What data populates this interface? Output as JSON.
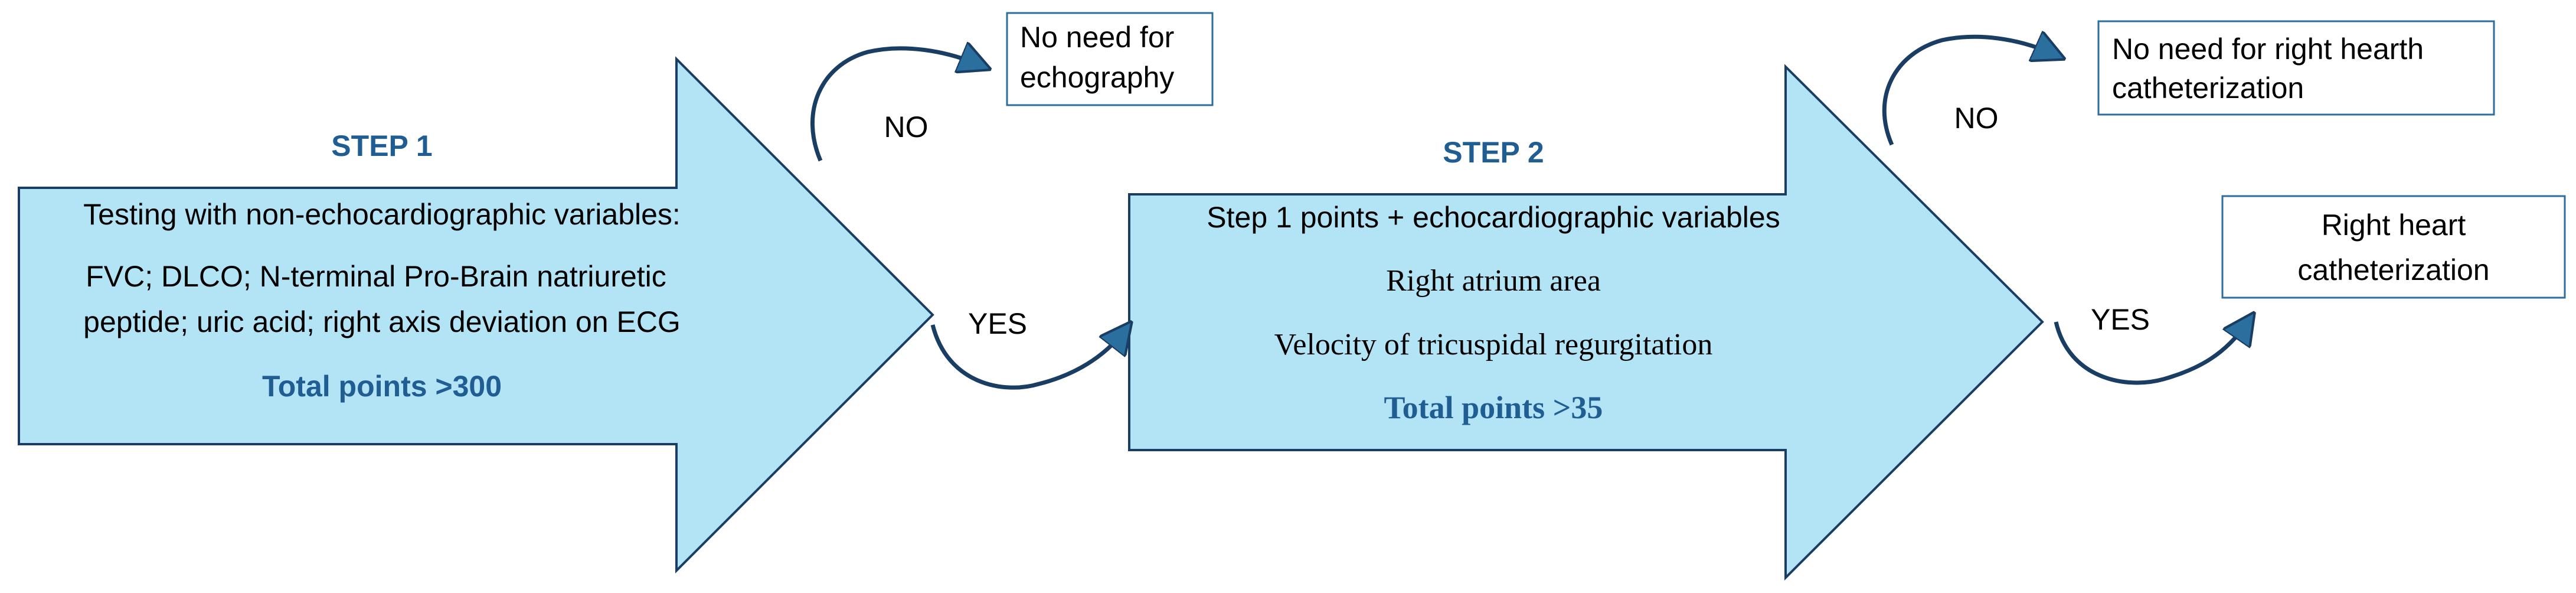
{
  "step1": {
    "title": "STEP 1",
    "line1": "Testing with non-echocardiographic variables:",
    "line2a": "FVC; DLCO; N-terminal Pro-Brain natriuretic",
    "line2b": "peptide; uric acid; right axis deviation on ECG",
    "total": "Total points >300"
  },
  "step2": {
    "title": "STEP 2",
    "line1": "Step 1 points + echocardiographic variables",
    "line2": "Right atrium area",
    "line3": "Velocity of tricuspidal regurgitation",
    "total": "Total points >35"
  },
  "branch1": {
    "no_label": "NO",
    "yes_label": "YES",
    "no_box_line1": "No need for",
    "no_box_line2": "echography"
  },
  "branch2": {
    "no_label": "NO",
    "yes_label": "YES",
    "no_box_line1": "No need for right hearth",
    "no_box_line2": "catheterization",
    "yes_box_line1": "Right heart",
    "yes_box_line2": "catheterization"
  },
  "colors": {
    "arrow_fill": "#b3e4f6",
    "arrow_stroke": "#1a3d63",
    "title_color": "#1f5d93",
    "box_border": "#2e6e9e",
    "curve_color": "#1a3d63"
  }
}
